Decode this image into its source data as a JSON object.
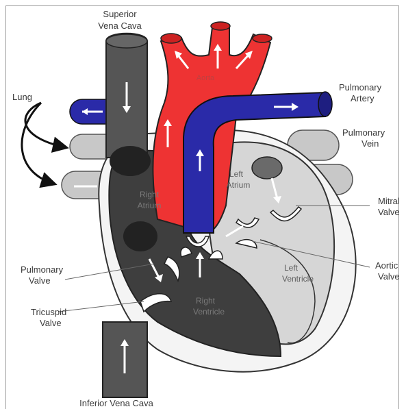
{
  "labels": {
    "superior_vena_cava_1": "Superior",
    "superior_vena_cava_2": "Vena Cava",
    "aorta": "Aorta",
    "lung": "Lung",
    "pulmonary_artery_1": "Pulmonary",
    "pulmonary_artery_2": "Artery",
    "pulmonary_vein_1": "Pulmonary",
    "pulmonary_vein_2": "Vein",
    "left_atrium_1": "Left",
    "left_atrium_2": "Atrium",
    "right_atrium_1": "Right",
    "right_atrium_2": "Atrium",
    "mitral_valve_1": "Mitral",
    "mitral_valve_2": "Valve",
    "aortic_valve_1": "Aortic",
    "aortic_valve_2": "Valve",
    "left_ventricle_1": "Left",
    "left_ventricle_2": "Ventricle",
    "right_ventricle_1": "Right",
    "right_ventricle_2": "Ventricle",
    "pulmonary_valve_1": "Pulmonary",
    "pulmonary_valve_2": "Valve",
    "tricuspid_valve_1": "Tricuspid",
    "tricuspid_valve_2": "Valve",
    "inferior_vena_cava": "Inferior Vena Cava"
  },
  "colors": {
    "deoxygenated": "#2a2aa8",
    "oxygenated": "#ee3333",
    "dark_chamber": "#3e3e3e",
    "light_chamber": "#d6d6d6",
    "vein_grey": "#c8c8c8"
  }
}
